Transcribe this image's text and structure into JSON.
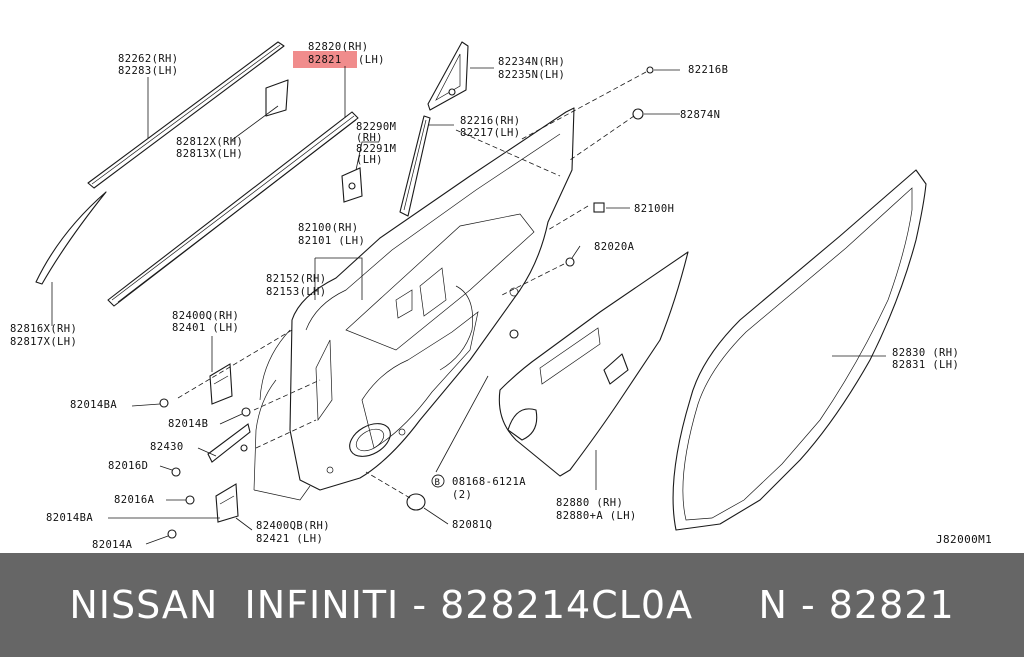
{
  "highlight_color": "#f08c8c",
  "footer_bg": "#666666",
  "labels": {
    "p82262": "82262(RH)",
    "p82283": "82283(LH)",
    "p82820": "82820(RH)",
    "p82821": "82821",
    "p82821_side": "(LH)",
    "p82234": "82234N(RH)",
    "p82235": "82235N(LH)",
    "p82216B": "82216B",
    "p82874": "82874N",
    "p82812": "82812X(RH)",
    "p82813": "82813X(LH)",
    "p82290": "82290M",
    "p82290_rh": "(RH)",
    "p82291": "82291M",
    "p82291_lh": "(LH)",
    "p82216": "82216(RH)",
    "p82217": "82217(LH)",
    "p82100H": "82100H",
    "p82100": "82100(RH)",
    "p82101": "82101 (LH)",
    "p82020": "82020A",
    "p82152": "82152(RH)",
    "p82153": "82153(LH)",
    "p82816": "82816X(RH)",
    "p82817": "82817X(LH)",
    "p82400Q": "82400Q(RH)",
    "p82401": "82401  (LH)",
    "p82830": "82830 (RH)",
    "p82831": "82831 (LH)",
    "p82014BA_1": "82014BA",
    "p82014B": "82014B",
    "p82430": "82430",
    "p82016D": "82016D",
    "p82016A": "82016A",
    "p82014BA_2": "82014BA",
    "p82014A": "82014A",
    "p08168": "08168-6121A",
    "p08168_qty": "(2)",
    "bolt_letter": "B",
    "p82081": "82081Q",
    "p82880": "82880   (RH)",
    "p82880A": "82880+A (LH)",
    "p82400QB": "82400QB(RH)",
    "p82421": "82421    (LH)",
    "diagram_code": "J82000M1"
  },
  "footer": {
    "text": "NISSAN  INFINITI - 828214CL0A     N - 82821"
  }
}
